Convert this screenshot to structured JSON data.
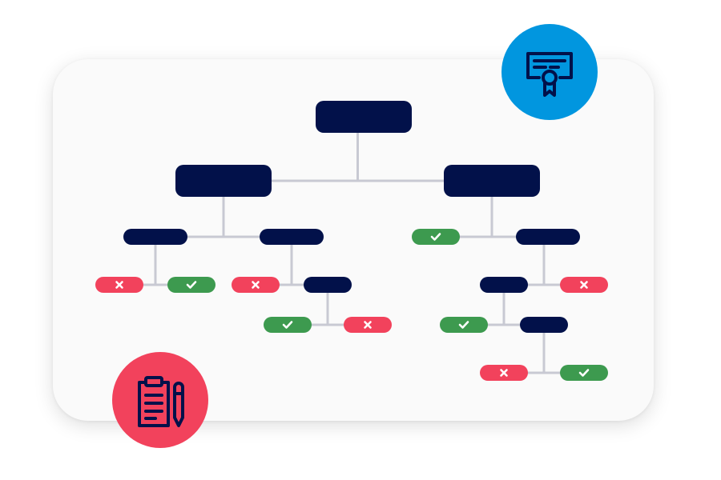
{
  "colors": {
    "background": "#ffffff",
    "card": "#fafafa",
    "node": "#02114a",
    "connector": "#c8c9d3",
    "accept": "#3d9a4f",
    "reject": "#f2425c",
    "glyph": "#ffffff",
    "certificate_badge": "#0196df",
    "clipboard_badge": "#f2425c"
  },
  "icons": {
    "accept": "check-icon",
    "reject": "cross-icon",
    "certificate_badge": "certificate-icon",
    "clipboard_badge": "clipboard-pencil-icon"
  },
  "tree": {
    "id": "root",
    "kind": "decision",
    "children": [
      {
        "id": "left",
        "kind": "decision",
        "children": [
          {
            "id": "left-a",
            "kind": "decision",
            "children": [
              {
                "id": "left-a-1",
                "kind": "reject"
              },
              {
                "id": "left-a-2",
                "kind": "accept"
              }
            ]
          },
          {
            "id": "left-b",
            "kind": "decision",
            "children": [
              {
                "id": "left-b-1",
                "kind": "reject"
              },
              {
                "id": "left-b-2",
                "kind": "decision",
                "children": [
                  {
                    "id": "left-b-2-1",
                    "kind": "accept"
                  },
                  {
                    "id": "left-b-2-2",
                    "kind": "reject"
                  }
                ]
              }
            ]
          }
        ]
      },
      {
        "id": "right",
        "kind": "decision",
        "children": [
          {
            "id": "right-a",
            "kind": "accept"
          },
          {
            "id": "right-b",
            "kind": "decision",
            "children": [
              {
                "id": "right-b-1",
                "kind": "decision",
                "children": [
                  {
                    "id": "right-b-1-1",
                    "kind": "accept"
                  },
                  {
                    "id": "right-b-1-2",
                    "kind": "decision",
                    "children": [
                      {
                        "id": "right-b-1-2-1",
                        "kind": "reject"
                      },
                      {
                        "id": "right-b-1-2-2",
                        "kind": "accept"
                      }
                    ]
                  }
                ]
              },
              {
                "id": "right-b-2",
                "kind": "reject"
              }
            ]
          }
        ]
      }
    ]
  }
}
